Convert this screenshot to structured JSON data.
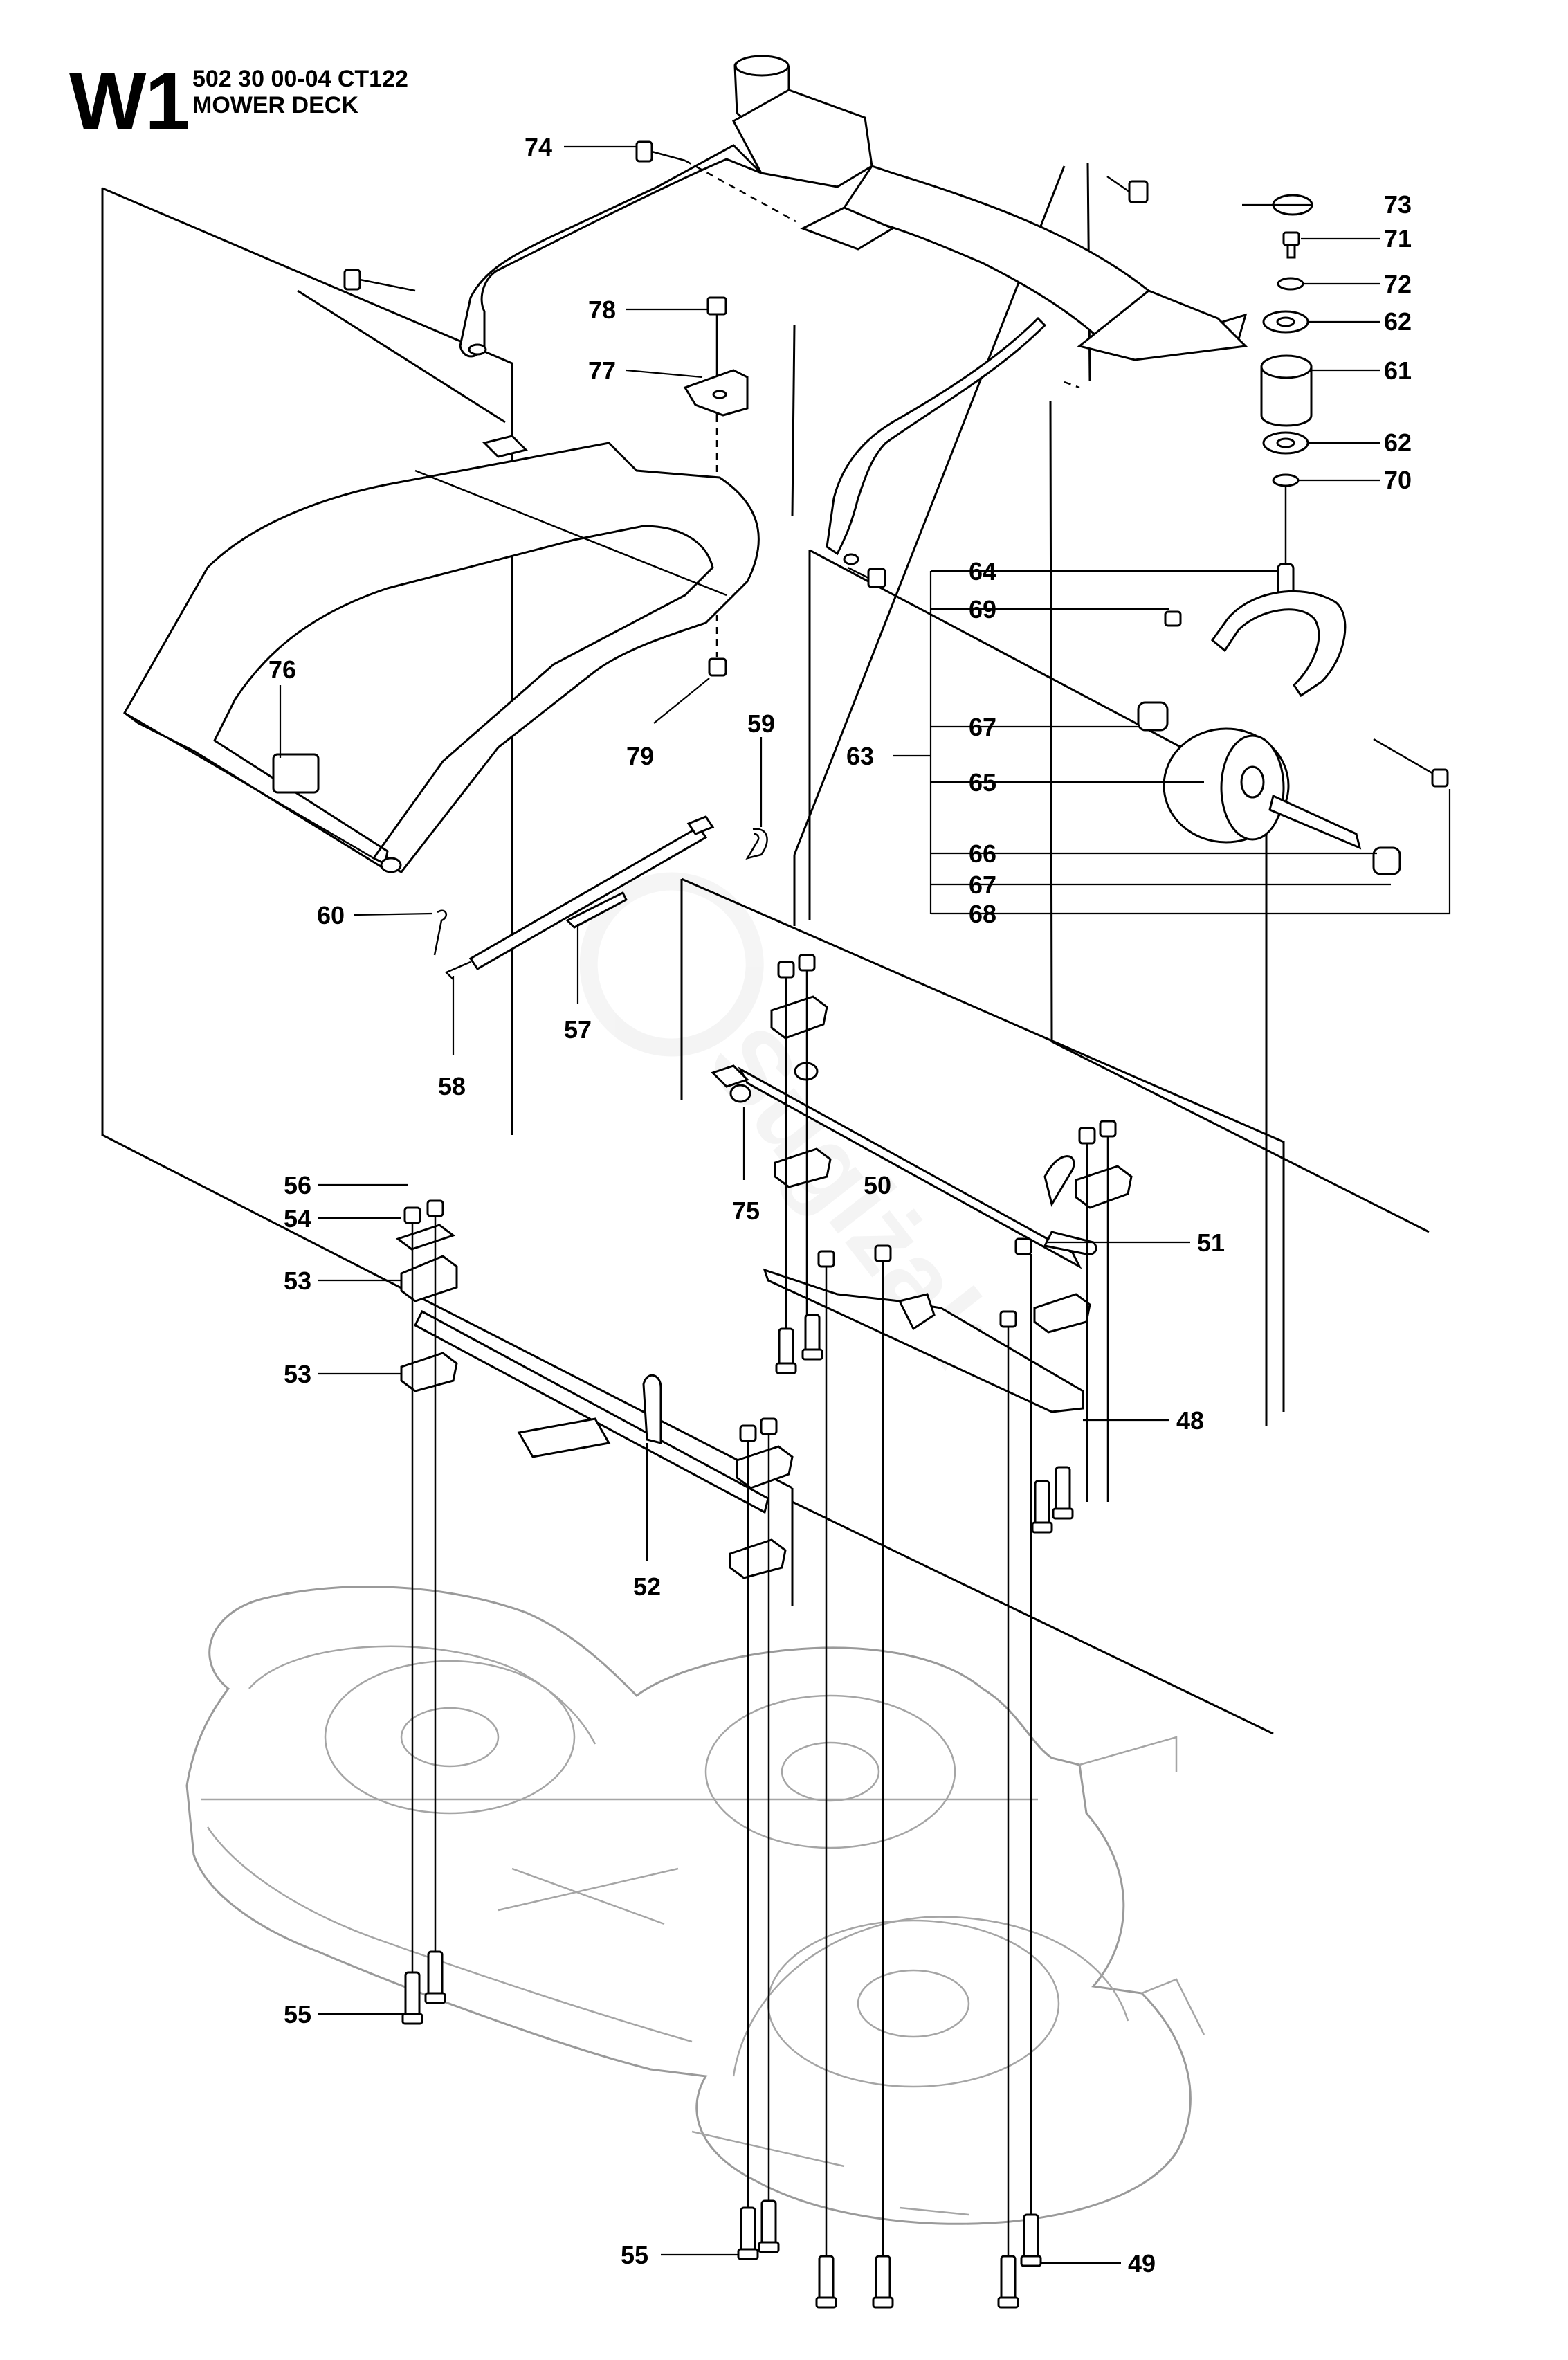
{
  "header": {
    "page_code": "W1",
    "part_number_line": "502 30 00-04  CT122",
    "title": "MOWER DECK"
  },
  "watermark": "Sugiżak",
  "callouts": [
    {
      "id": "c73",
      "label": "73"
    },
    {
      "id": "c71",
      "label": "71"
    },
    {
      "id": "c72",
      "label": "72"
    },
    {
      "id": "c62a",
      "label": "62"
    },
    {
      "id": "c61",
      "label": "61"
    },
    {
      "id": "c62b",
      "label": "62"
    },
    {
      "id": "c70",
      "label": "70"
    },
    {
      "id": "c64",
      "label": "64"
    },
    {
      "id": "c69",
      "label": "69"
    },
    {
      "id": "c63",
      "label": "63"
    },
    {
      "id": "c67a",
      "label": "67"
    },
    {
      "id": "c65",
      "label": "65"
    },
    {
      "id": "c66",
      "label": "66"
    },
    {
      "id": "c67b",
      "label": "67"
    },
    {
      "id": "c68",
      "label": "68"
    },
    {
      "id": "c74",
      "label": "74"
    },
    {
      "id": "c78",
      "label": "78"
    },
    {
      "id": "c77",
      "label": "77"
    },
    {
      "id": "c76",
      "label": "76"
    },
    {
      "id": "c79",
      "label": "79"
    },
    {
      "id": "c59",
      "label": "59"
    },
    {
      "id": "c60",
      "label": "60"
    },
    {
      "id": "c57",
      "label": "57"
    },
    {
      "id": "c58",
      "label": "58"
    },
    {
      "id": "c75",
      "label": "75"
    },
    {
      "id": "c56",
      "label": "56"
    },
    {
      "id": "c54",
      "label": "54"
    },
    {
      "id": "c53a",
      "label": "53"
    },
    {
      "id": "c53b",
      "label": "53"
    },
    {
      "id": "c50",
      "label": "50"
    },
    {
      "id": "c51",
      "label": "51"
    },
    {
      "id": "c48",
      "label": "48"
    },
    {
      "id": "c52",
      "label": "52"
    },
    {
      "id": "c55a",
      "label": "55"
    },
    {
      "id": "c55b",
      "label": "55"
    },
    {
      "id": "c49",
      "label": "49"
    }
  ]
}
